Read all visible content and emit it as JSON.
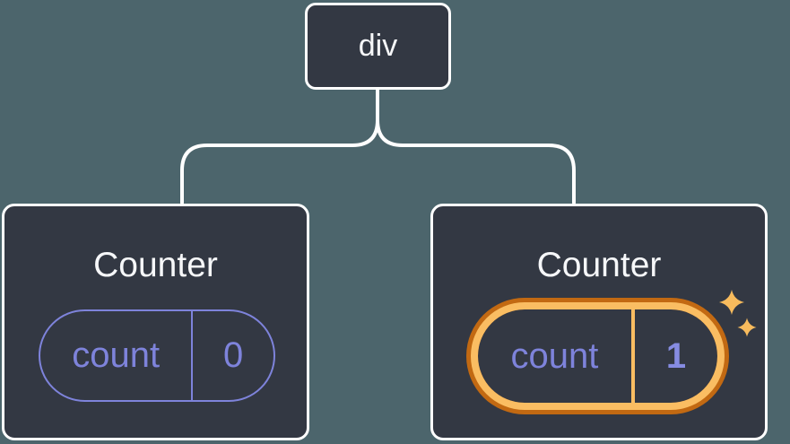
{
  "tree": {
    "root": {
      "label": "div"
    },
    "children": [
      {
        "title": "Counter",
        "state": {
          "key": "count",
          "value": "0"
        },
        "highlighted": false
      },
      {
        "title": "Counter",
        "state": {
          "key": "count",
          "value": "1"
        },
        "highlighted": true
      }
    ]
  },
  "icons": {
    "sparkles": "sparkles-icon"
  },
  "colors": {
    "background": "#4C656C",
    "node_bg": "#333843",
    "node_border": "#FFFFFF",
    "connector": "#FFFFFF",
    "title_text": "#F6F7F9",
    "state_purple": "#7E83DB",
    "state_value_purple": "#868CE2",
    "highlight_orange": "#FABD62",
    "highlight_orange_dark": "#C26912",
    "sparkle": "#F8BB5D"
  }
}
